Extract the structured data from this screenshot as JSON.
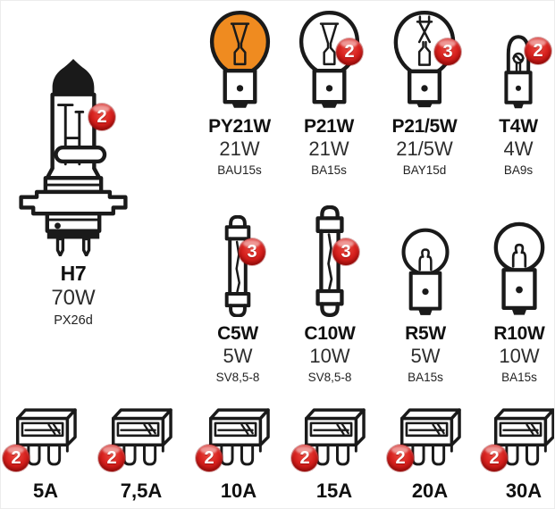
{
  "kit": {
    "h7": {
      "name": "H7",
      "watt": "70W",
      "socket": "PX26d",
      "qty": "2"
    },
    "py21w": {
      "name": "PY21W",
      "watt": "21W",
      "socket": "BAU15s"
    },
    "p21w": {
      "name": "P21W",
      "watt": "21W",
      "socket": "BA15s",
      "qty": "2"
    },
    "p21_5w": {
      "name": "P21/5W",
      "watt": "21/5W",
      "socket": "BAY15d",
      "qty": "3"
    },
    "t4w": {
      "name": "T4W",
      "watt": "4W",
      "socket": "BA9s",
      "qty": "2"
    },
    "c5w": {
      "name": "C5W",
      "watt": "5W",
      "socket": "SV8,5-8",
      "qty": "3"
    },
    "c10w": {
      "name": "C10W",
      "watt": "10W",
      "socket": "SV8,5-8",
      "qty": "3"
    },
    "r5w": {
      "name": "R5W",
      "watt": "5W",
      "socket": "BA15s"
    },
    "r10w": {
      "name": "R10W",
      "watt": "10W",
      "socket": "BA15s"
    },
    "fuses": [
      {
        "label": "5A",
        "qty": "2"
      },
      {
        "label": "7,5A",
        "qty": "2"
      },
      {
        "label": "10A",
        "qty": "2"
      },
      {
        "label": "15A",
        "qty": "2"
      },
      {
        "label": "20A",
        "qty": "2"
      },
      {
        "label": "30A",
        "qty": "2"
      }
    ]
  },
  "colors": {
    "line": "#1a1a1a",
    "amber": "#ef8b20",
    "badge_red": "#d6201d"
  }
}
